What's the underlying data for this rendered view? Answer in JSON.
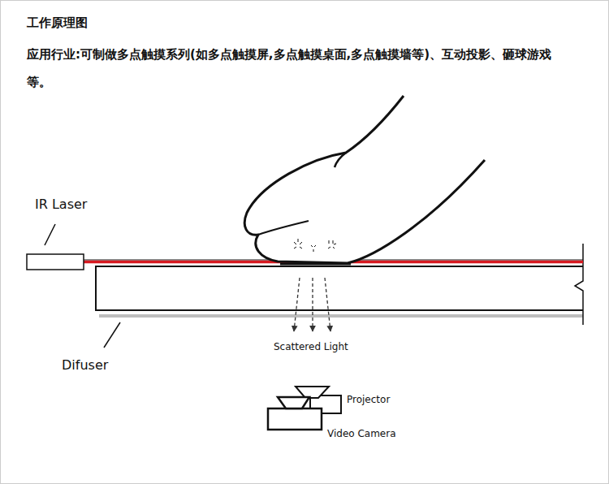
{
  "diagram": {
    "title": "工作原理图",
    "labels": [
      "应用行业:可制做多点触摸系列(如多点触摸屏,多点触摸桌面,多点触摸墙等)、互动投影、砸球游戏等。",
      "IR Laser",
      "Difuser",
      "Scattered Light",
      "Projector",
      "Video Camera"
    ]
  }
}
